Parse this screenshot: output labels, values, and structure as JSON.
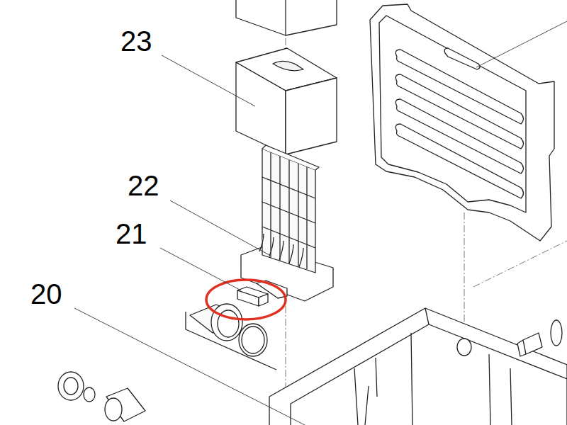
{
  "diagram": {
    "labels": [
      "23",
      "22",
      "21",
      "20"
    ]
  }
}
